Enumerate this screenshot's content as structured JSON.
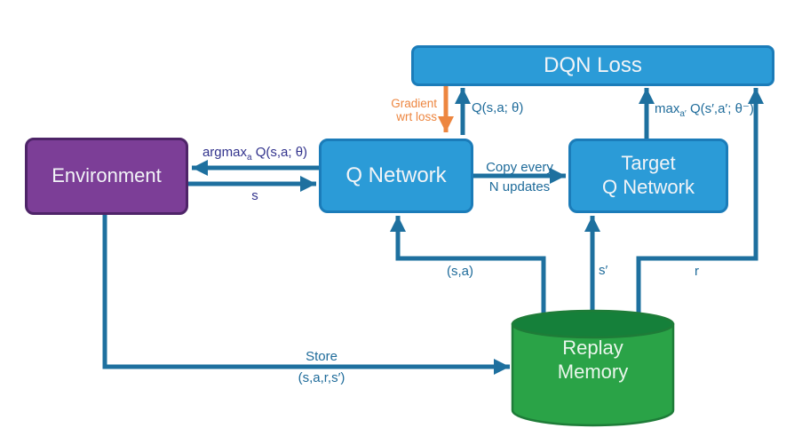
{
  "diagram": {
    "title": "DQN training architecture",
    "colors": {
      "box_blue": "#2b9bd7",
      "box_blue_border": "#1b7cb9",
      "box_purple": "#7c3e97",
      "box_purple_border": "#4e2468",
      "cylinder_green": "#2aa347",
      "cylinder_green_top": "#15803a",
      "cylinder_green_border": "#1e7c38",
      "wire_blue": "#1e709f",
      "wire_orange": "#ed8640",
      "label_teal": "#1e6b9a",
      "label_navy": "#32338d",
      "text_white": "#f2f4f7"
    },
    "nodes": {
      "environment": {
        "label": "Environment"
      },
      "q_network": {
        "label": "Q Network"
      },
      "target_q_network": {
        "line1": "Target",
        "line2": "Q Network"
      },
      "dqn_loss": {
        "label": "DQN Loss"
      },
      "replay_memory": {
        "line1": "Replay",
        "line2": "Memory"
      }
    },
    "edges": {
      "argmax_action": {
        "pre": "argmax",
        "sub": "a",
        "post": " Q(s,a; θ)"
      },
      "state": {
        "label": "s"
      },
      "gradient": {
        "line1": "Gradient",
        "line2": "wrt loss"
      },
      "q_value": {
        "label": "Q(s,a; θ)"
      },
      "copy": {
        "line1": "Copy every",
        "line2": "N updates"
      },
      "max_q": {
        "pre": "max",
        "sub": "a′",
        "post": " Q(s′,a′; θ⁻)"
      },
      "sa": {
        "label": "(s,a)"
      },
      "s_prime": {
        "label": "s′"
      },
      "reward": {
        "label": "r"
      },
      "store": {
        "line1": "Store",
        "line2": "(s,a,r,s′)"
      }
    }
  }
}
